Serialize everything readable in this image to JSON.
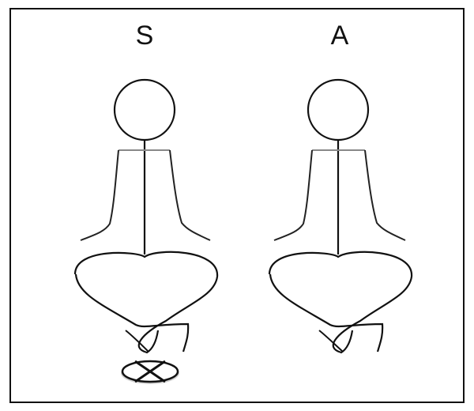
{
  "figures": [
    {
      "label": "S",
      "marker": "circled-x-marker"
    },
    {
      "label": "A"
    }
  ],
  "colors": {
    "line": "#111111",
    "torso_outline": "#777777",
    "marker_shadow": "#9a9a9a",
    "background": "#ffffff",
    "border": "#111111"
  }
}
